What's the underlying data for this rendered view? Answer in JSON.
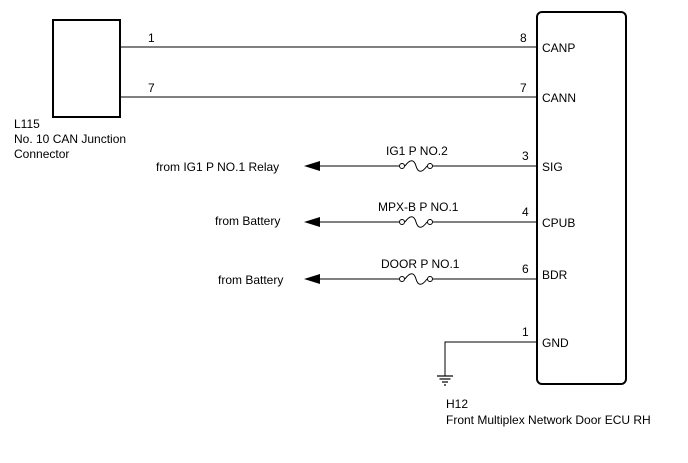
{
  "left_connector": {
    "code": "L115",
    "name_line1": "No. 10 CAN Junction",
    "name_line2": "Connector",
    "pins": [
      "1",
      "7"
    ]
  },
  "ecu": {
    "code": "H12",
    "name": "Front Multiplex Network Door ECU RH",
    "pins": [
      {
        "number": "8",
        "label": "CANP"
      },
      {
        "number": "7",
        "label": "CANN"
      },
      {
        "number": "3",
        "label": "SIG"
      },
      {
        "number": "4",
        "label": "CPUB"
      },
      {
        "number": "6",
        "label": "BDR"
      },
      {
        "number": "1",
        "label": "GND"
      }
    ]
  },
  "fuses": [
    "IG1 P NO.2",
    "MPX-B P NO.1",
    "DOOR P NO.1"
  ],
  "sources": [
    "from IG1 P NO.1 Relay",
    "from Battery",
    "from Battery"
  ],
  "colors": {
    "line": "#000000",
    "background": "#ffffff"
  }
}
